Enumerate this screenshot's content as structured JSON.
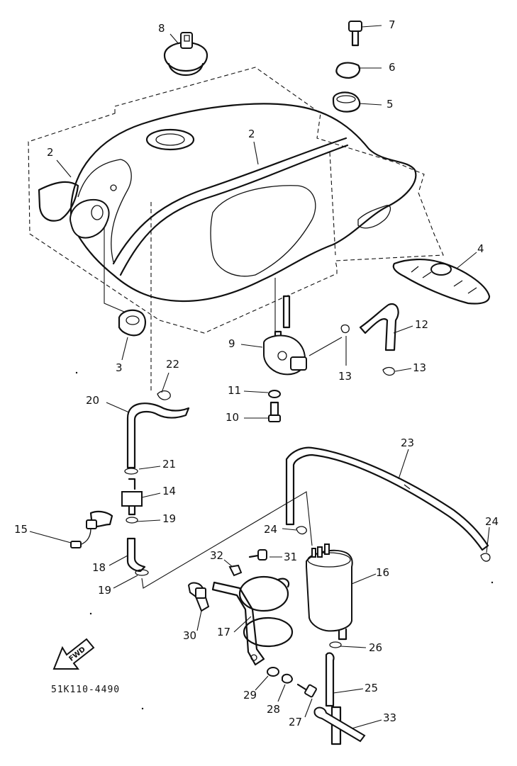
{
  "diagram": {
    "part_number": "51K110-4490",
    "fwd_label": "FWD",
    "callouts": [
      {
        "id": "c1",
        "text": "8"
      },
      {
        "id": "c2",
        "text": "7"
      },
      {
        "id": "c3",
        "text": "6"
      },
      {
        "id": "c4",
        "text": "5"
      },
      {
        "id": "c5",
        "text": "2"
      },
      {
        "id": "c6",
        "text": "2"
      },
      {
        "id": "c7",
        "text": "4"
      },
      {
        "id": "c8",
        "text": "3"
      },
      {
        "id": "c9",
        "text": "9"
      },
      {
        "id": "c10",
        "text": "12"
      },
      {
        "id": "c11",
        "text": "13"
      },
      {
        "id": "c12",
        "text": "13"
      },
      {
        "id": "c13",
        "text": "11"
      },
      {
        "id": "c14",
        "text": "10"
      },
      {
        "id": "c15",
        "text": "22"
      },
      {
        "id": "c16",
        "text": "20"
      },
      {
        "id": "c17",
        "text": "21"
      },
      {
        "id": "c18",
        "text": "14"
      },
      {
        "id": "c19",
        "text": "19"
      },
      {
        "id": "c20",
        "text": "15"
      },
      {
        "id": "c21",
        "text": "18"
      },
      {
        "id": "c22",
        "text": "19"
      },
      {
        "id": "c23",
        "text": "23"
      },
      {
        "id": "c24",
        "text": "24"
      },
      {
        "id": "c25",
        "text": "24"
      },
      {
        "id": "c26",
        "text": "32"
      },
      {
        "id": "c27",
        "text": "31"
      },
      {
        "id": "c28",
        "text": "16"
      },
      {
        "id": "c29",
        "text": "30"
      },
      {
        "id": "c30",
        "text": "17"
      },
      {
        "id": "c31",
        "text": "26"
      },
      {
        "id": "c32",
        "text": "25"
      },
      {
        "id": "c33",
        "text": "29"
      },
      {
        "id": "c34",
        "text": "28"
      },
      {
        "id": "c35",
        "text": "27"
      },
      {
        "id": "c36",
        "text": "33"
      }
    ]
  }
}
